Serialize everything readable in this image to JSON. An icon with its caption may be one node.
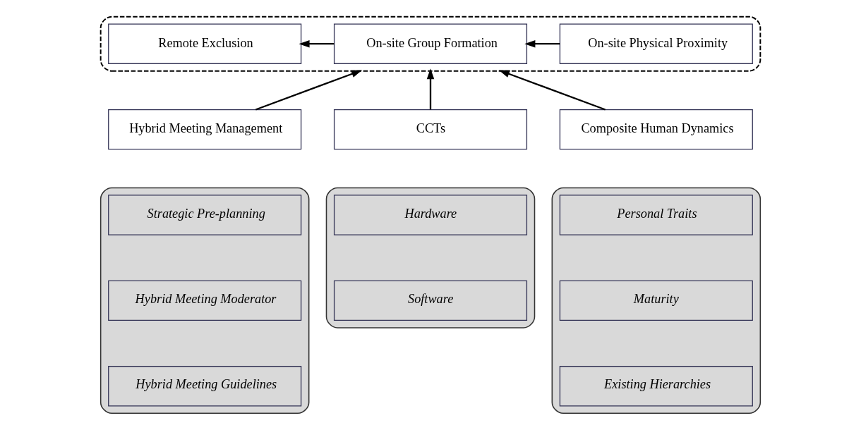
{
  "diagram": {
    "nodes": [
      {
        "text": [],
        "shape": "box"
      },
      {
        "text": [
          "On-site Physical Proximity"
        ],
        "in": 0
      },
      {
        "text": [
          "On-site Group Formation"
        ],
        "in": 0
      },
      {
        "text": [
          "Remote Exclusion"
        ],
        "in": 0
      },
      {
        "text": [
          "Hybrid Meeting Management"
        ]
      },
      {
        "text": [
          "CCTs"
        ]
      },
      {
        "text": [
          "Composite Human Dynamics"
        ]
      },
      {
        "text": [],
        "shape": "box"
      },
      {
        "text": [
          "Strategic Pre-planning"
        ],
        "in": 7
      },
      {
        "text": [
          "Hybrid Meeting Moderator"
        ],
        "in": 7
      },
      {
        "text": [
          "Hybrid Meeting Guidelines"
        ],
        "in": 7
      },
      {
        "text": [],
        "shape": "box"
      },
      {
        "text": [
          "Hardware"
        ],
        "in": 11
      },
      {
        "text": [
          "Software"
        ],
        "in": 11
      },
      {
        "text": [],
        "shape": "box"
      },
      {
        "text": [
          "Personal Traits"
        ],
        "in": 14
      },
      {
        "text": [
          "Maturity"
        ],
        "in": 14
      },
      {
        "text": [
          "Existing Hierarchies"
        ],
        "in": 14
      }
    ],
    "edges": [
      {
        "from": 1,
        "to": 2,
        "arrow": "to"
      },
      {
        "from": 2,
        "to": 3,
        "arrow": "to"
      },
      {
        "from": 4,
        "to": 0,
        "arrow": "to"
      },
      {
        "from": 5,
        "to": 0,
        "arrow": "to"
      },
      {
        "from": 6,
        "to": 0,
        "arrow": "to"
      }
    ]
  }
}
